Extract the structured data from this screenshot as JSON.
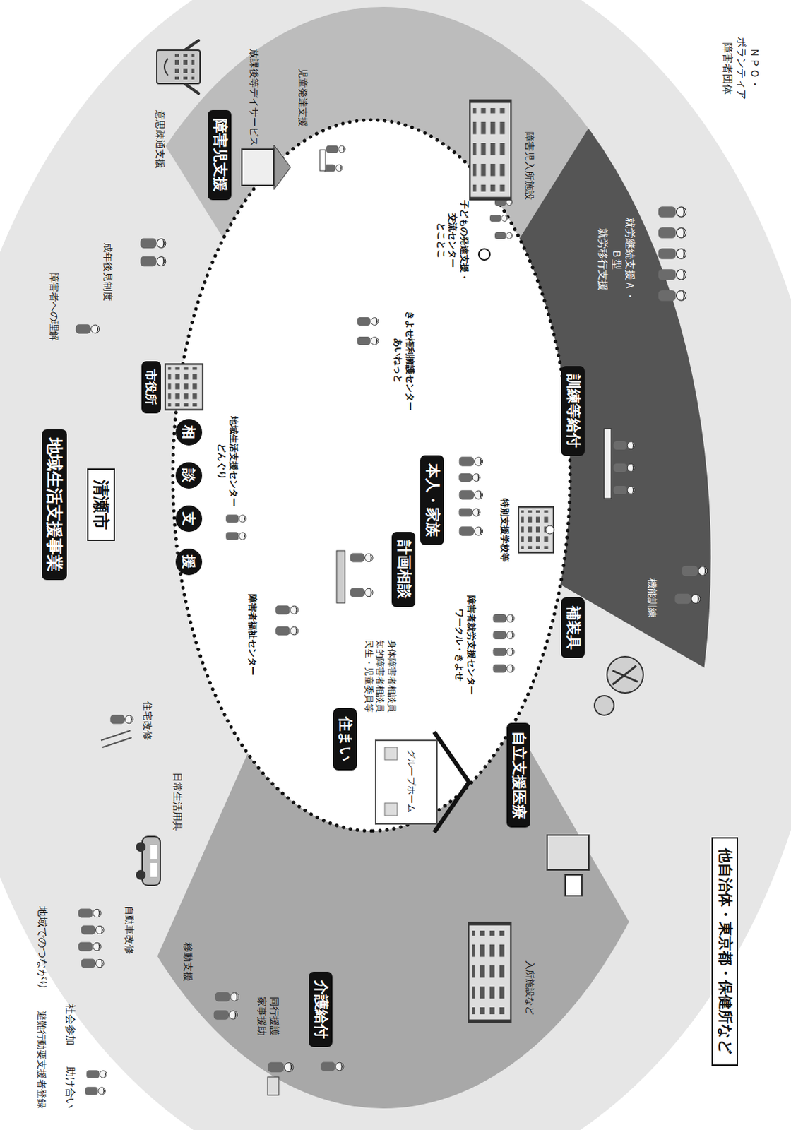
{
  "diagram": {
    "nodes": [
      {
        "text": [
          "地域生活支援事業"
        ]
      },
      {
        "text": [
          "清瀬市"
        ]
      },
      {
        "text": [
          "市役所"
        ]
      },
      {
        "text": [
          "相"
        ]
      },
      {
        "text": [
          "談"
        ]
      },
      {
        "text": [
          "支"
        ]
      },
      {
        "text": [
          "援"
        ]
      },
      {
        "text": [
          "障害児支援"
        ]
      },
      {
        "text": [
          "訓練等給付"
        ]
      },
      {
        "text": [
          "補装具"
        ]
      },
      {
        "text": [
          "自立支援医療"
        ]
      },
      {
        "text": [
          "住まい"
        ]
      },
      {
        "text": [
          "介護給付"
        ]
      },
      {
        "text": [
          "計画相談"
        ]
      },
      {
        "text": [
          "本人・家族"
        ]
      },
      {
        "text": [
          "他自治体・東京都・保健所など"
        ]
      }
    ],
    "labels": [
      "ＮＰＯ・ボランティア 障害者団体",
      "意思疎通支援",
      "成年後見制度",
      "障害者への理解",
      "住宅改修",
      "日常生活用具",
      "自動車改修",
      "移動支援",
      "地域でのつながり",
      "社会参加",
      "助け合い",
      "避難行動要支援者登録",
      "同行援護 家事援助",
      "入所施設など",
      "グループホーム",
      "身体障害者相談員 知的障害者相談員 民生・児童委員等",
      "障害者福祉センター",
      "地域生活支援センター どんぐり",
      "きよせ権利擁護センター あいねっと",
      "子どもの発達支援・交流センター とことこ",
      "特別支援学校等",
      "障害者就労支援センター ワークル・きよせ",
      "就労継続支援Ａ・Ｂ型 就労移行支援",
      "機能訓練",
      "障害児入所施設",
      "児童発達支援",
      "放課後等デイサービス"
    ]
  }
}
